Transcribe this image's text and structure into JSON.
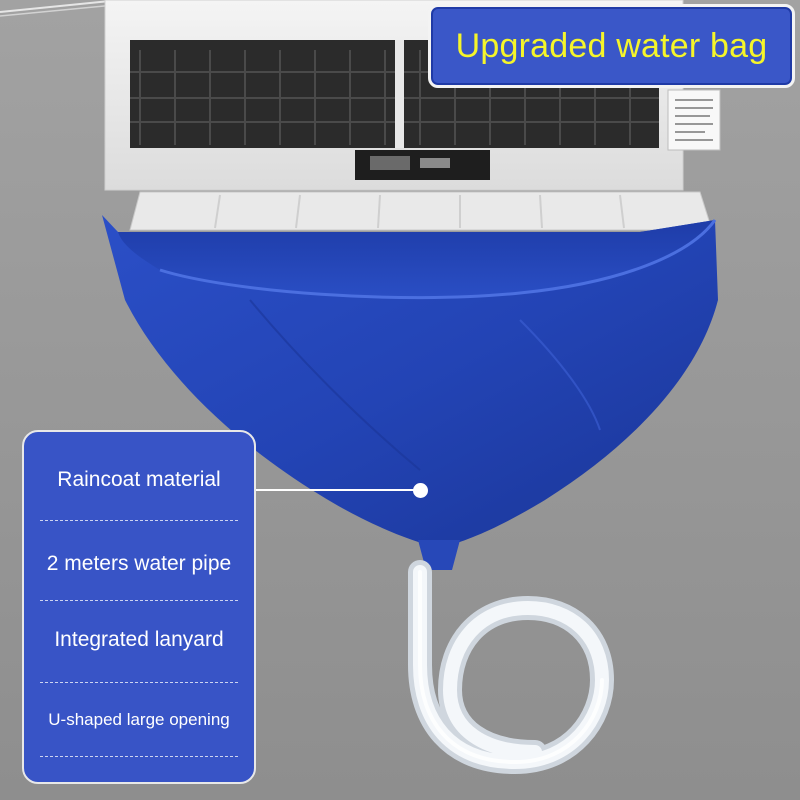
{
  "title": "Upgraded water bag",
  "features": [
    "Raincoat material",
    "2 meters water pipe",
    "Integrated lanyard",
    "U-shaped large opening"
  ],
  "colors": {
    "background": "#9a9a9a",
    "panel_blue": "#3854c6",
    "bag_blue": "#2447b8",
    "title_text": "#f5f52a",
    "label_text": "#ffffff"
  }
}
